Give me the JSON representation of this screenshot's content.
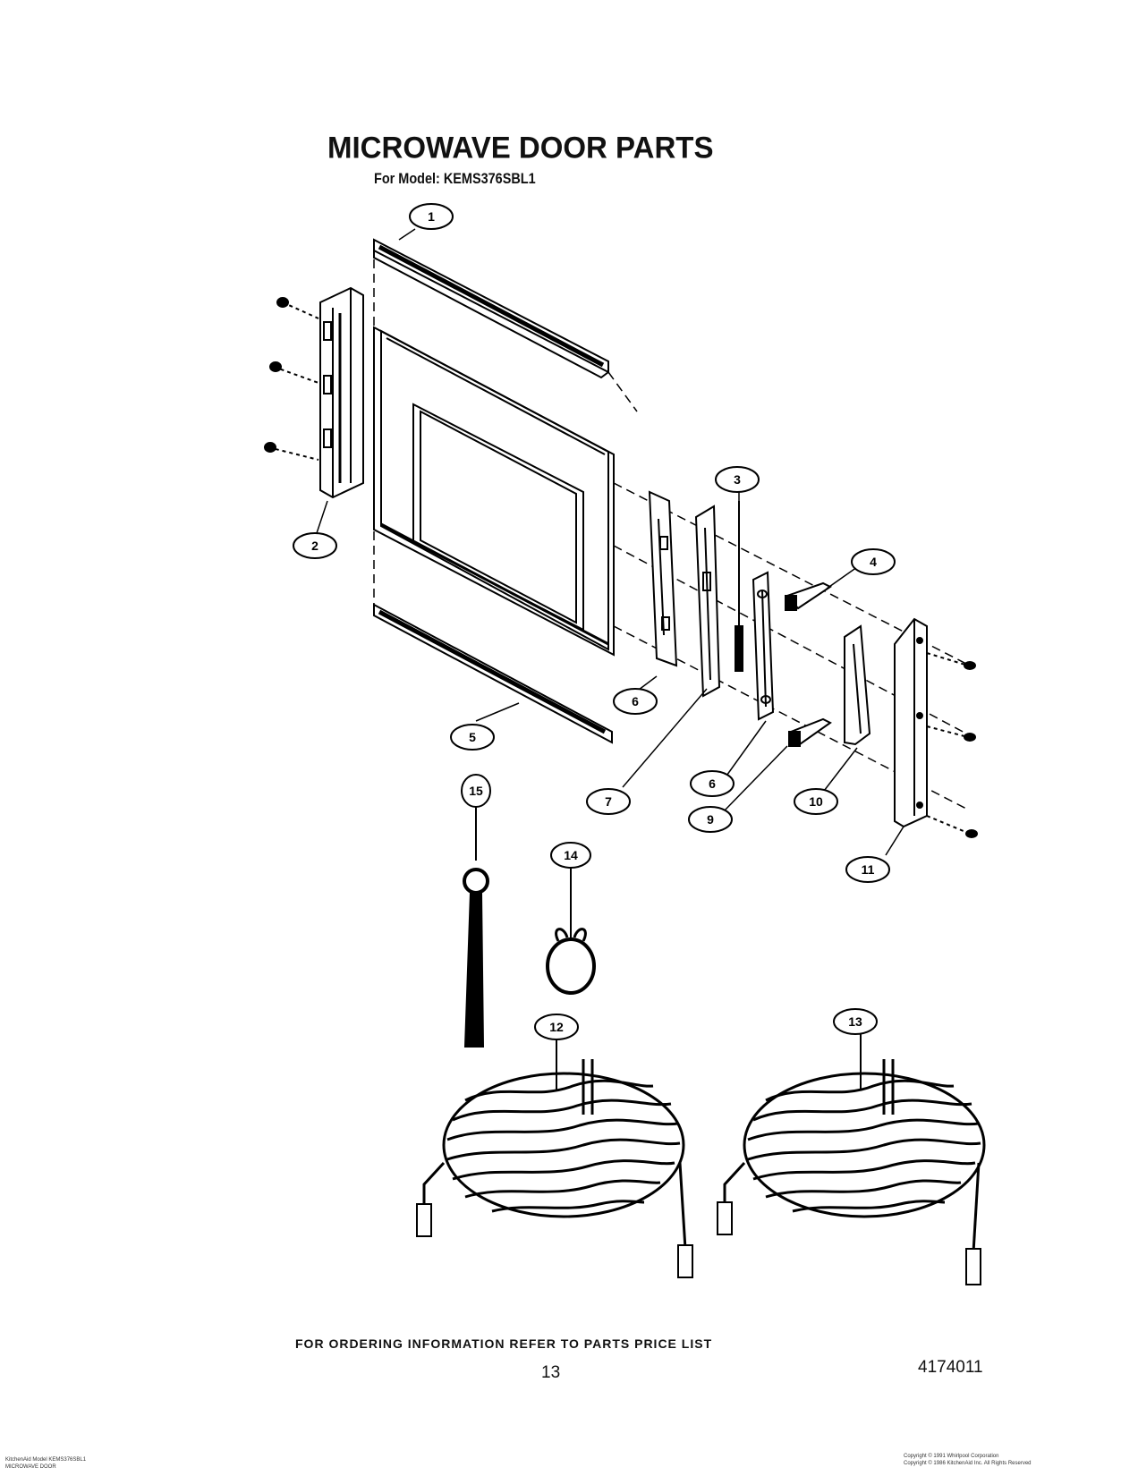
{
  "header": {
    "title": "MICROWAVE DOOR PARTS",
    "subtitle": "For Model: KEMS376SBL1"
  },
  "callouts": {
    "c1": "1",
    "c2": "2",
    "c3": "3",
    "c4": "4",
    "c5": "5",
    "c6a": "6",
    "c6b": "6",
    "c7": "7",
    "c9": "9",
    "c10": "10",
    "c11": "11",
    "c12": "12",
    "c13": "13",
    "c14": "14",
    "c15": "15"
  },
  "footer": {
    "ordering_note": "FOR ORDERING INFORMATION REFER TO PARTS PRICE LIST",
    "page_number": "13",
    "document_number": "4174011"
  },
  "fine_print": {
    "bottom_left_1": "KitchenAid Model KEMS376SBL1",
    "bottom_left_2": "MICROWAVE DOOR",
    "bottom_right_1": "Copyright © 1991 Whirlpool Corporation",
    "bottom_right_2": "Copyright © 1986 KitchenAid Inc. All Rights Reserved"
  }
}
